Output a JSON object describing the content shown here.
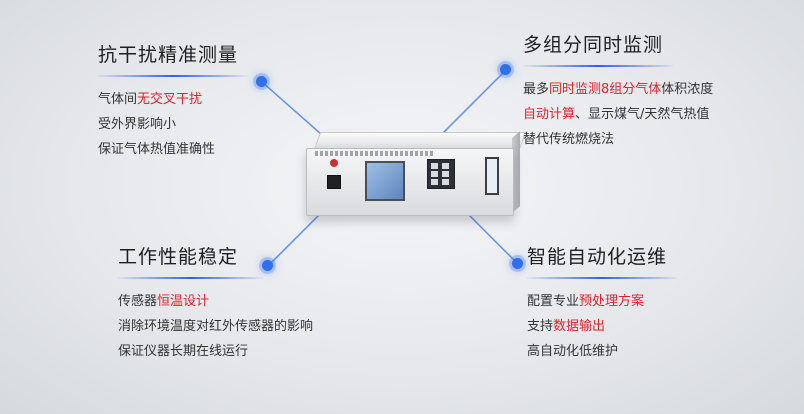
{
  "features": {
    "anti_interference": {
      "title": "抗干扰精准测量",
      "lines": [
        {
          "parts": [
            {
              "text": "气体间"
            },
            {
              "text": "无交叉干扰",
              "hl": true
            }
          ]
        },
        {
          "parts": [
            {
              "text": "受外界影响小"
            }
          ]
        },
        {
          "parts": [
            {
              "text": "保证气体热值准确性"
            }
          ]
        }
      ]
    },
    "multi_component": {
      "title": "多组分同时监测",
      "lines": [
        {
          "parts": [
            {
              "text": "最多"
            },
            {
              "text": "同时监测8组分气体",
              "hl": true
            },
            {
              "text": "体积浓度"
            }
          ]
        },
        {
          "parts": [
            {
              "text": "自动计算",
              "hl": true
            },
            {
              "text": "、显示煤气/天然气热值"
            }
          ]
        },
        {
          "parts": [
            {
              "text": "替代传统燃烧法"
            }
          ]
        }
      ]
    },
    "stable_performance": {
      "title": "工作性能稳定",
      "lines": [
        {
          "parts": [
            {
              "text": "传感器"
            },
            {
              "text": "恒温设计",
              "hl": true
            }
          ]
        },
        {
          "parts": [
            {
              "text": "消除环境温度对红外传感器的影响"
            }
          ]
        },
        {
          "parts": [
            {
              "text": "保证仪器长期在线运行"
            }
          ]
        }
      ]
    },
    "smart_maintenance": {
      "title": "智能自动化运维",
      "lines": [
        {
          "parts": [
            {
              "text": "配置专业"
            },
            {
              "text": "预处理方案",
              "hl": true
            }
          ]
        },
        {
          "parts": [
            {
              "text": "支持"
            },
            {
              "text": "数据输出",
              "hl": true
            }
          ]
        },
        {
          "parts": [
            {
              "text": "高自动化低维护"
            }
          ]
        }
      ]
    }
  },
  "colors": {
    "accent": "#2f6ff0",
    "highlight": "#e0242b",
    "text": "#333333"
  }
}
